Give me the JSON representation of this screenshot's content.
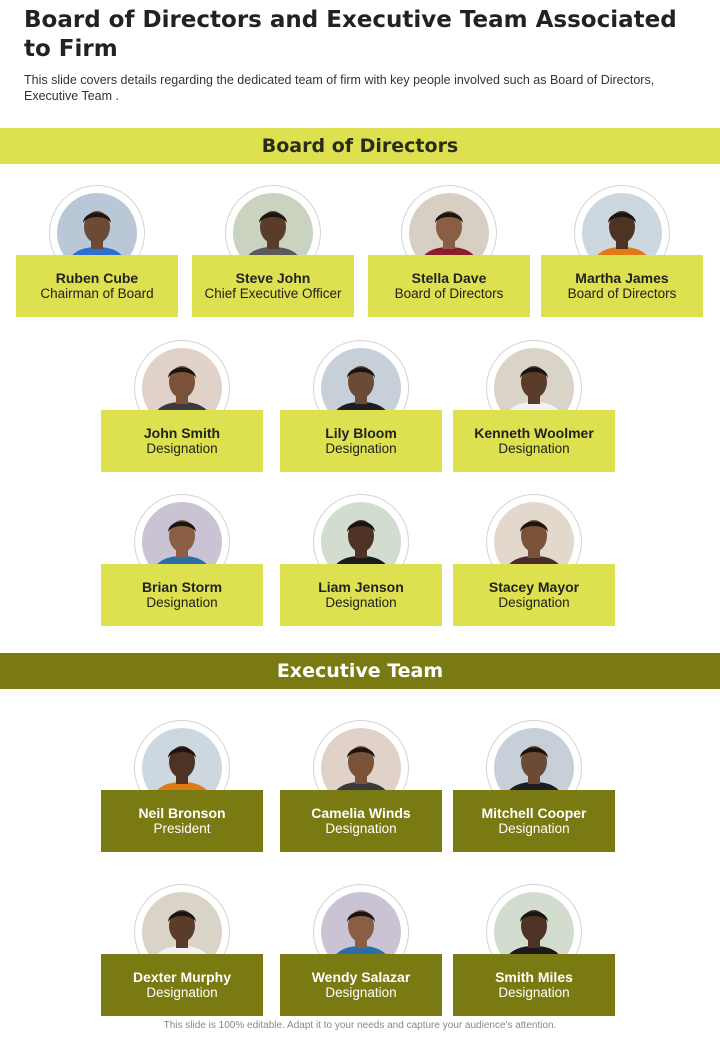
{
  "header": {
    "title": "Board of Directors and Executive Team Associated to Firm",
    "subtitle": "This slide covers details regarding the dedicated team of  firm with key people involved  such as Board of Directors, Executive Team ."
  },
  "sections": {
    "board_label": "Board of Directors",
    "exec_label": "Executive Team"
  },
  "board": [
    {
      "name": "Ruben Cube",
      "role": "Chairman of Board"
    },
    {
      "name": "Steve John",
      "role": "Chief Executive Officer"
    },
    {
      "name": "Stella Dave",
      "role": "Board of Directors"
    },
    {
      "name": "Martha James",
      "role": "Board of Directors"
    },
    {
      "name": "John Smith",
      "role": "Designation"
    },
    {
      "name": "Lily Bloom",
      "role": "Designation"
    },
    {
      "name": "Kenneth Woolmer",
      "role": "Designation"
    },
    {
      "name": "Brian Storm",
      "role": "Designation"
    },
    {
      "name": "Liam Jenson",
      "role": "Designation"
    },
    {
      "name": "Stacey Mayor",
      "role": "Designation"
    }
  ],
  "executive": [
    {
      "name": "Neil Bronson",
      "role": "President"
    },
    {
      "name": "Camelia Winds",
      "role": "Designation"
    },
    {
      "name": "Mitchell Cooper",
      "role": "Designation"
    },
    {
      "name": "Dexter Murphy",
      "role": "Designation"
    },
    {
      "name": "Wendy Salazar",
      "role": "Designation"
    },
    {
      "name": "Smith Miles",
      "role": "Designation"
    }
  ],
  "footer": "This slide is 100% editable. Adapt it to your needs and capture your audience's attention.",
  "colors": {
    "accent_light": "#dde04f",
    "accent_dark": "#7a7a12"
  }
}
